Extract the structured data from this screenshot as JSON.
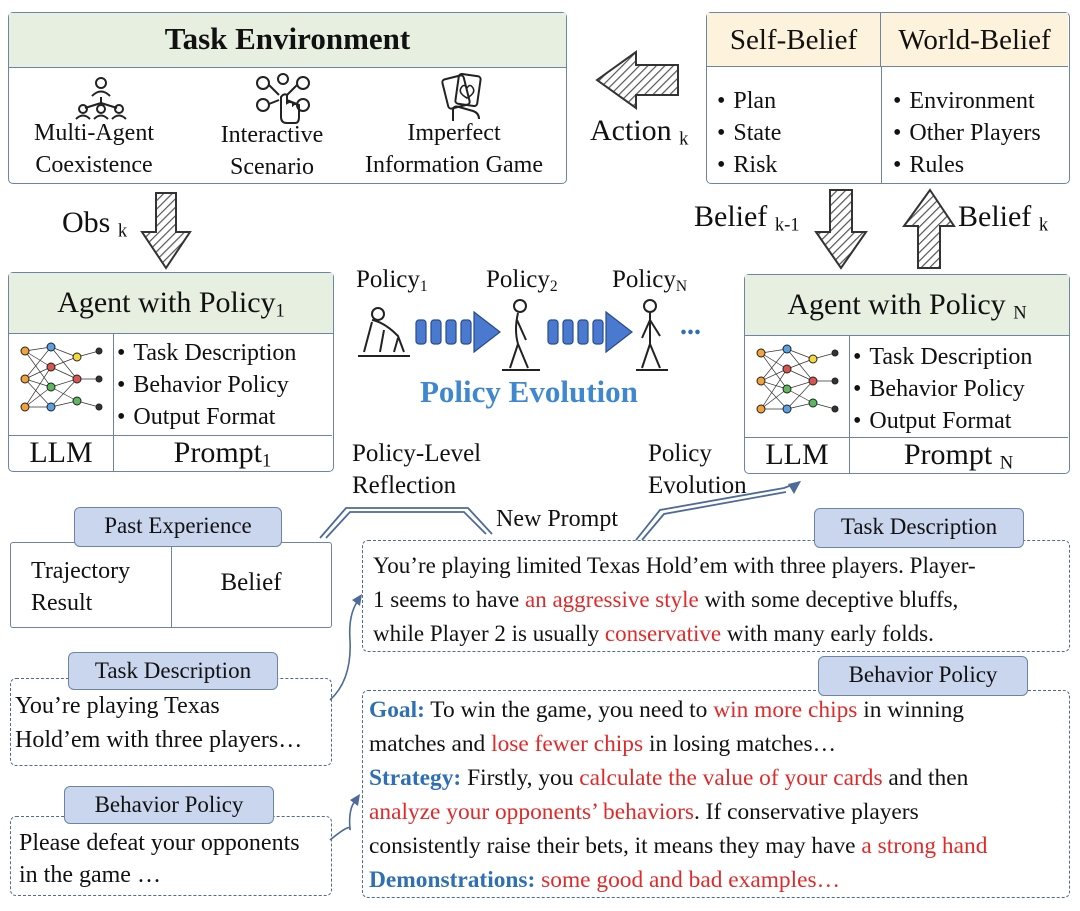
{
  "task_env": {
    "title": "Task Environment",
    "items": [
      {
        "line1": "Multi-Agent",
        "line2": "Coexistence",
        "icon": "people-network-icon"
      },
      {
        "line1": "Interactive",
        "line2": "Scenario",
        "icon": "interaction-icon"
      },
      {
        "line1": "Imperfect",
        "line2": "Information Game",
        "icon": "cards-icon"
      }
    ]
  },
  "belief_table": {
    "self_header": "Self-Belief",
    "world_header": "World-Belief",
    "self_items": [
      "Plan",
      "State",
      "Risk"
    ],
    "world_items": [
      "Environment",
      "Other Players",
      "Rules"
    ]
  },
  "arrows": {
    "action": "Action",
    "action_sub": "k",
    "obs": "Obs",
    "obs_sub": "k",
    "belief_prev": "Belief",
    "belief_prev_sub": "k-1",
    "belief_next": "Belief",
    "belief_next_sub": "k"
  },
  "agent1": {
    "title": "Agent with Policy",
    "title_sub": "1",
    "items": [
      "Task Description",
      "Behavior Policy",
      "Output Format"
    ],
    "llm": "LLM",
    "prompt": "Prompt",
    "prompt_sub": "1"
  },
  "agentN": {
    "title": "Agent with Policy",
    "title_sub": "N",
    "items": [
      "Task Description",
      "Behavior Policy",
      "Output Format"
    ],
    "llm": "LLM",
    "prompt": "Prompt",
    "prompt_sub": "N"
  },
  "evolution": {
    "p1": "Policy",
    "p1_sub": "1",
    "p2": "Policy",
    "p2_sub": "2",
    "pn": "Policy",
    "pn_sub": "N",
    "ellipsis": "...",
    "title": "Policy Evolution"
  },
  "labels": {
    "policy_level": "Policy-Level",
    "reflection": "Reflection",
    "policy": "Policy",
    "evolution": "Evolution",
    "new_prompt": "New Prompt"
  },
  "past_exp": {
    "tag": "Past Experience",
    "trajectory": "Trajectory",
    "result": "Result",
    "belief": "Belief"
  },
  "left_task": {
    "tag": "Task Description",
    "line1": "You’re playing Texas",
    "line2": "Hold’em with three players…"
  },
  "left_behavior": {
    "tag": "Behavior Policy",
    "line1": "Please defeat your opponents",
    "line2": "in the game …"
  },
  "right_task": {
    "tag": "Task Description",
    "l1": "You’re playing limited Texas Hold’em with three players. Player-",
    "l2a": "1 seems to have ",
    "l2b": "an aggressive style",
    "l2c": " with some deceptive bluffs,",
    "l3a": "while Player 2 is usually ",
    "l3b": "conservative",
    "l3c": " with many early folds."
  },
  "right_behavior": {
    "tag": "Behavior Policy",
    "goal_label": "Goal:",
    "g1a": " To win the game, you need to ",
    "g1b": "win more chips",
    "g1c": " in winning",
    "g2a": "matches and ",
    "g2b": "lose fewer chips",
    "g2c": " in losing matches…",
    "strategy_label": "Strategy:",
    "s1a": " Firstly, you ",
    "s1b": "calculate the value of your cards",
    "s1c": " and then",
    "s2a": "analyze your opponents’ behaviors",
    "s2b": ". If conservative players",
    "s3a": "consistently raise their bets, it means they may have ",
    "s3b": "a strong hand",
    "demo_label": "Demonstrations:",
    "d1": " some good and bad examples…"
  },
  "colors": {
    "accent_red": "#e02a2a",
    "accent_blue": "#2f6fb6",
    "tag_fill": "#c9d6ee",
    "header_green": "#e6efe0",
    "header_yellow": "#fdf2dc"
  }
}
